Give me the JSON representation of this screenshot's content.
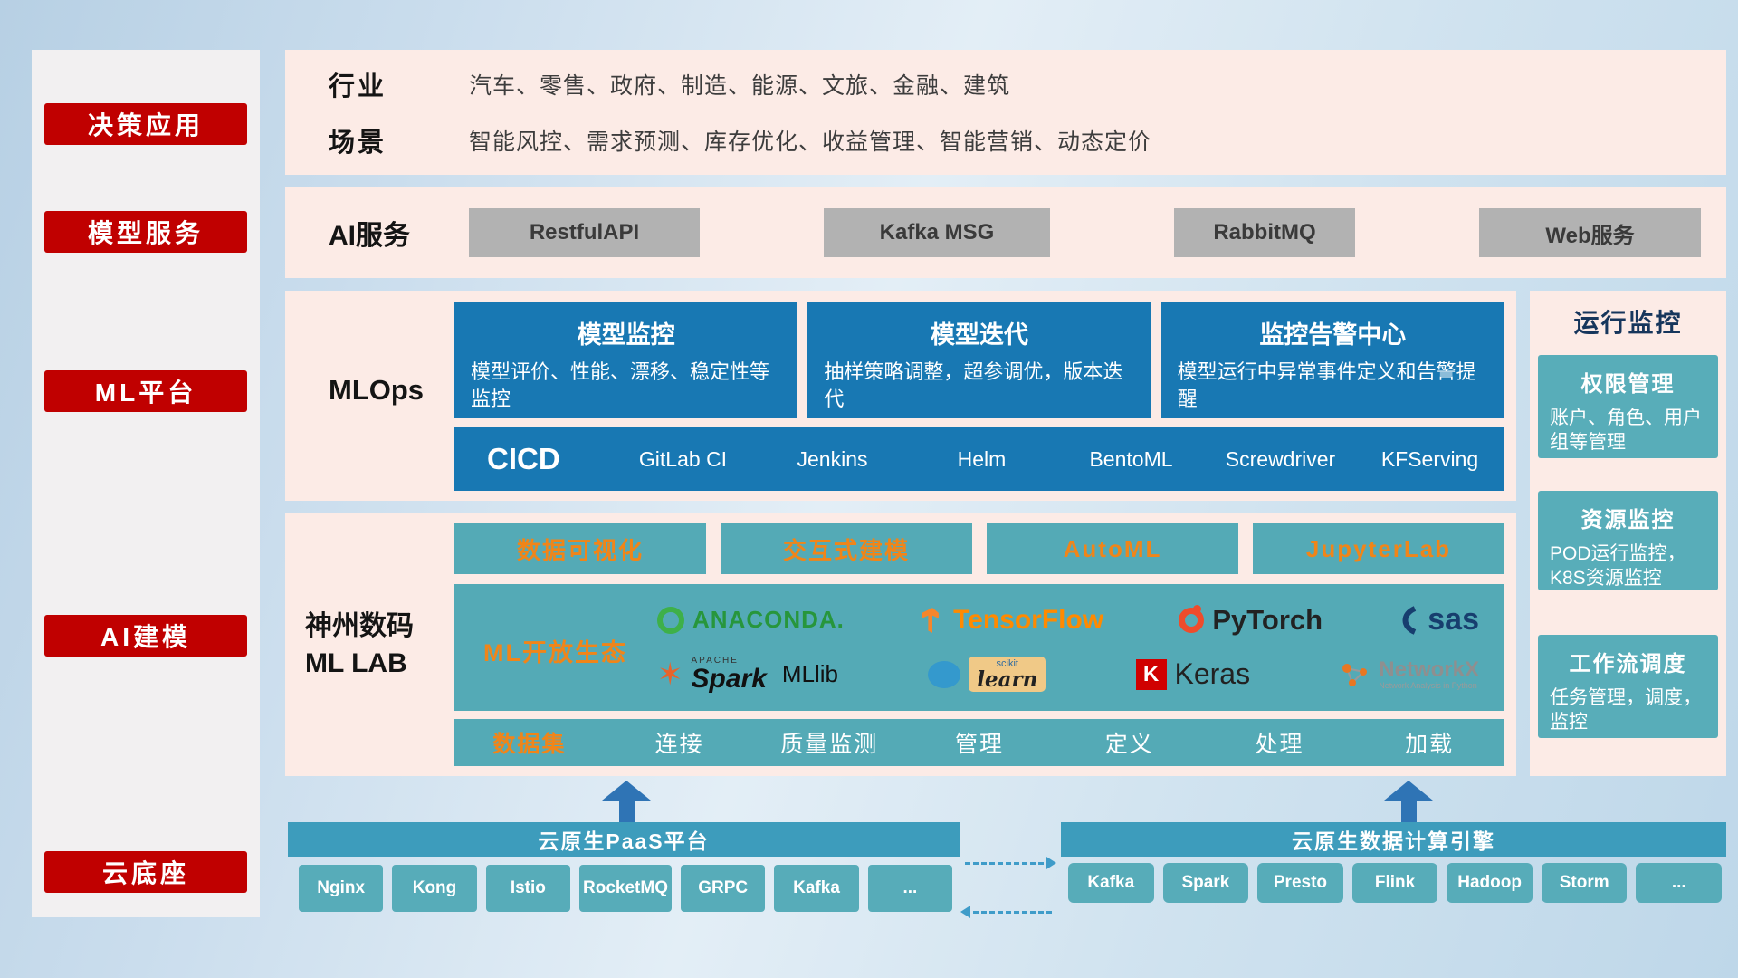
{
  "colors": {
    "accent_red": "#c00000",
    "panel_pink": "#fcebe6",
    "blue_box": "#1878b3",
    "teal_box": "#54aab6",
    "teal_bar": "#3d9cbc",
    "orange_text": "#f08519",
    "gray_button": "#b2b2b2",
    "arrow_blue": "#2f74b5"
  },
  "sidebar": {
    "items": [
      {
        "label": "决策应用"
      },
      {
        "label": "模型服务"
      },
      {
        "label": "ML平台"
      },
      {
        "label": "AI建模"
      },
      {
        "label": "云底座"
      }
    ]
  },
  "industry": {
    "label": "行业",
    "text": "汽车、零售、政府、制造、能源、文旅、金融、建筑"
  },
  "scenario": {
    "label": "场景",
    "text": "智能风控、需求预测、库存优化、收益管理、智能营销、动态定价"
  },
  "ai_service": {
    "label": "AI服务",
    "buttons": [
      "RestfulAPI",
      "Kafka MSG",
      "RabbitMQ",
      "Web服务"
    ]
  },
  "mlops": {
    "label": "MLOps",
    "cards": [
      {
        "title": "模型监控",
        "desc": "模型评价、性能、漂移、稳定性等监控"
      },
      {
        "title": "模型迭代",
        "desc": "抽样策略调整，超参调优，版本迭代"
      },
      {
        "title": "监控告警中心",
        "desc": "模型运行中异常事件定义和告警提醒"
      }
    ],
    "cicd_label": "CICD",
    "cicd_items": [
      "GitLab CI",
      "Jenkins",
      "Helm",
      "BentoML",
      "Screwdriver",
      "KFServing"
    ]
  },
  "monitoring": {
    "title": "运行监控",
    "cards": [
      {
        "title": "权限管理",
        "desc": "账户、角色、用户组等管理"
      },
      {
        "title": "资源监控",
        "desc": "POD运行监控，K8S资源监控"
      },
      {
        "title": "工作流调度",
        "desc": "任务管理，调度，监控"
      }
    ]
  },
  "mllab": {
    "label_line1": "神州数码",
    "label_line2": "ML LAB",
    "tools": [
      "数据可视化",
      "交互式建模",
      "AutoML",
      "JupyterLab"
    ],
    "ecosystem_label": "ML开放生态",
    "logos": {
      "anaconda": "ANACONDA.",
      "tensorflow": "TensorFlow",
      "pytorch": "PyTorch",
      "sas": "sas",
      "spark_apache": "APACHE",
      "spark": "Spark",
      "mllib": "MLlib",
      "sklearn_scikit": "scikit",
      "sklearn_learn": "learn",
      "keras_k": "K",
      "keras": "Keras",
      "networkx": "NetworkX",
      "networkx_sub": "Network Analysis in Python"
    },
    "data_pipeline": [
      "数据集",
      "连接",
      "质量监测",
      "管理",
      "定义",
      "处理",
      "加载"
    ]
  },
  "cloud": {
    "paas_title": "云原生PaaS平台",
    "paas_items": [
      "Nginx",
      "Kong",
      "Istio",
      "RocketMQ",
      "GRPC",
      "Kafka",
      "..."
    ],
    "engine_title": "云原生数据计算引擎",
    "engine_items": [
      "Kafka",
      "Spark",
      "Presto",
      "Flink",
      "Hadoop",
      "Storm",
      "..."
    ]
  }
}
